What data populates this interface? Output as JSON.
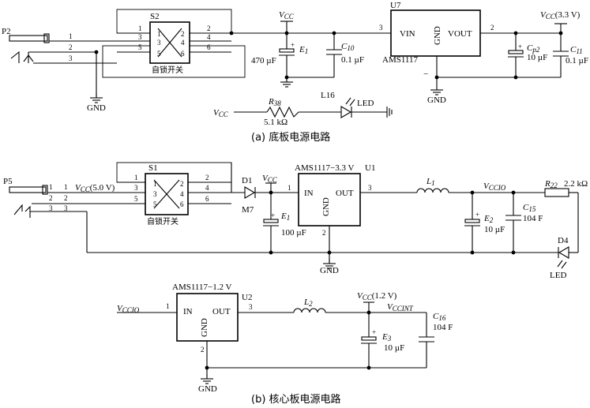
{
  "captions": {
    "a": "(a) 底板电源电路",
    "b": "(b) 核心板电源电路"
  },
  "top_circuit": {
    "connector": "P2",
    "connector_pins": [
      "1",
      "2",
      "3"
    ],
    "gnd": "GND",
    "switch": {
      "ref": "S2",
      "label": "自锁开关",
      "pins": [
        "1",
        "2",
        "3",
        "4",
        "5",
        "6"
      ]
    },
    "vcc": "V",
    "vcc_sub": "CC",
    "e1": {
      "ref": "E",
      "sub": "1",
      "value": "470 µF"
    },
    "c10": {
      "ref": "C",
      "sub": "10",
      "value": "0.1 µF"
    },
    "regulator": {
      "ref": "U7",
      "name": "AMS1117",
      "vin": "VIN",
      "gnd": "GND",
      "vout": "VOUT",
      "pin3": "3",
      "pin2": "2",
      "minus": "−"
    },
    "vcc33": "V",
    "vcc33_sub": "CC",
    "vcc33_suffix": "(3.3 V)",
    "cp2": {
      "ref": "C",
      "sub": "p2",
      "value": "10 µF"
    },
    "c11": {
      "ref": "C",
      "sub": "11",
      "value": "0.1 µF"
    },
    "gnd2": "GND",
    "led_chain": {
      "vcc": "V",
      "vcc_sub": "CC",
      "r_ref": "R",
      "r_sub": "38",
      "r_value": "5.1 kΩ",
      "led_ref": "L16",
      "led_label": "LED"
    }
  },
  "bottom_circuit": {
    "connector": "P5",
    "connector_pins": [
      "1",
      "2",
      "3"
    ],
    "vcc5": "V",
    "vcc5_sub": "CC",
    "vcc5_suffix": "(5.0 V)",
    "switch": {
      "ref": "S1",
      "label": "自锁开关",
      "pins": [
        "1",
        "2",
        "3",
        "4",
        "5",
        "6"
      ]
    },
    "d1": "D1",
    "m7": "M7",
    "vcc": "V",
    "vcc_sub": "CC",
    "e1": {
      "ref": "E",
      "sub": "1",
      "value": "100 µF"
    },
    "regulator": {
      "label": "AMS1117−3.3 V",
      "ref": "U1",
      "in": "IN",
      "out": "OUT",
      "gnd": "GND",
      "pin1": "1",
      "pin3": "3",
      "pin2": "2"
    },
    "l1": {
      "ref": "L",
      "sub": "1"
    },
    "vccio": "V",
    "vccio_sub": "CCIO",
    "e2": {
      "ref": "E",
      "sub": "2",
      "value": "10 µF"
    },
    "c15": {
      "ref": "C",
      "sub": "15",
      "value": "104 F"
    },
    "r22": {
      "ref": "R",
      "sub": "22",
      "value": "2.2 kΩ"
    },
    "d4": "D4",
    "led": "LED",
    "gnd": "GND"
  },
  "core_circuit": {
    "regulator": {
      "label": "AMS1117−1.2 V",
      "ref": "U2",
      "in": "IN",
      "out": "OUT",
      "gnd": "GND",
      "pin1": "1",
      "pin3": "3",
      "pin2": "2"
    },
    "vccio": "V",
    "vccio_sub": "CCIO",
    "l2": {
      "ref": "L",
      "sub": "2"
    },
    "vcc12": "V",
    "vcc12_sub": "CC",
    "vcc12_suffix": "(1.2 V)",
    "vccint": "V",
    "vccint_sub": "CCINT",
    "e3": {
      "ref": "E",
      "sub": "3",
      "value": "10 µF"
    },
    "c16": {
      "ref": "C",
      "sub": "16",
      "value": "104 F"
    },
    "gnd": "GND"
  }
}
